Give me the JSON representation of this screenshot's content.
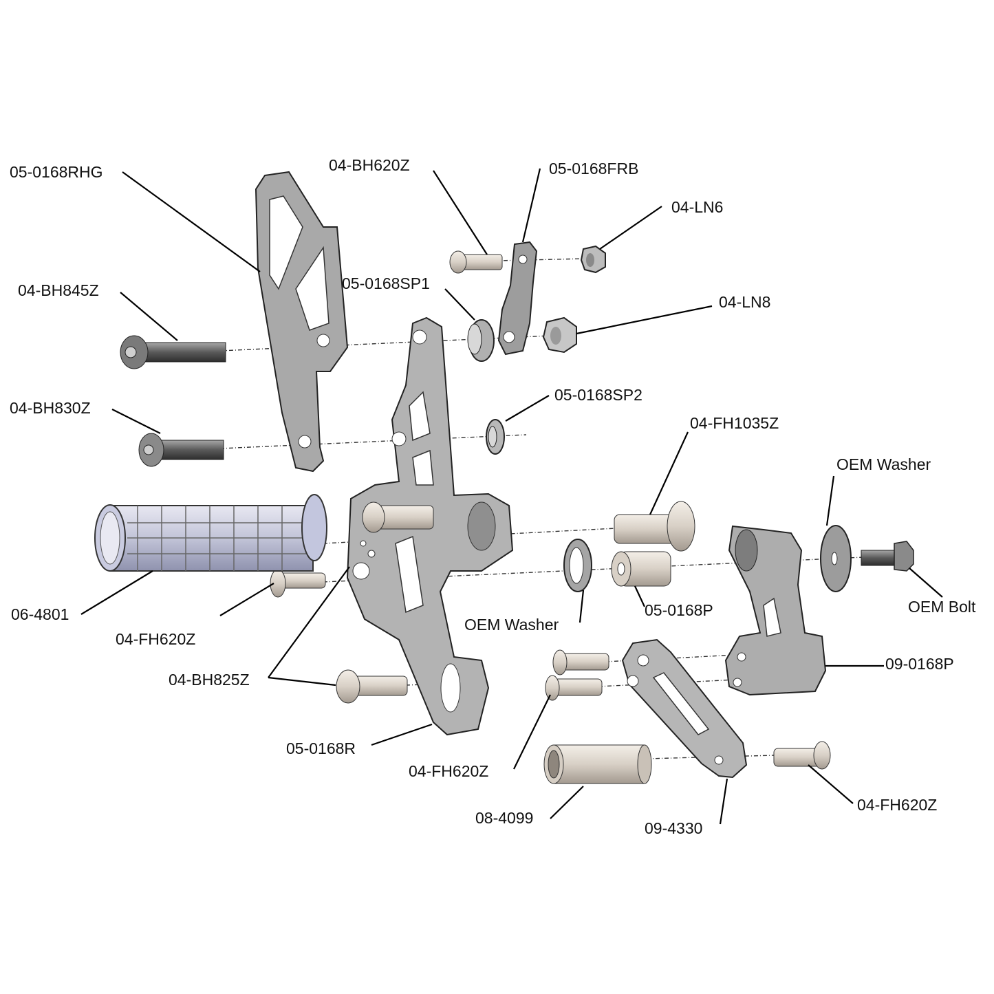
{
  "labels": {
    "rhg": "05-0168RHG",
    "bh620z": "04-BH620Z",
    "frb": "05-0168FRB",
    "ln6": "04-LN6",
    "bh845z": "04-BH845Z",
    "sp1": "05-0168SP1",
    "ln8": "04-LN8",
    "bh830z": "04-BH830Z",
    "sp2": "05-0168SP2",
    "fh1035z": "04-FH1035Z",
    "oem_washer_top": "OEM Washer",
    "grip": "06-4801",
    "fh620z_a": "04-FH620Z",
    "oem_washer_mid": "OEM Washer",
    "p": "05-0168P",
    "oem_bolt": "OEM Bolt",
    "bh825z": "04-BH825Z",
    "p09": "09-0168P",
    "r": "05-0168R",
    "fh620z_b": "04-FH620Z",
    "spacer": "08-4099",
    "link": "09-4330",
    "fh620z_c": "04-FH620Z"
  },
  "colors": {
    "metal_dark": "#8c8c8c",
    "metal_mid": "#b8b8b8",
    "metal_light": "#dcdcdc",
    "grip": "#c7c9dd",
    "bolt_light": "#eae4dc"
  }
}
